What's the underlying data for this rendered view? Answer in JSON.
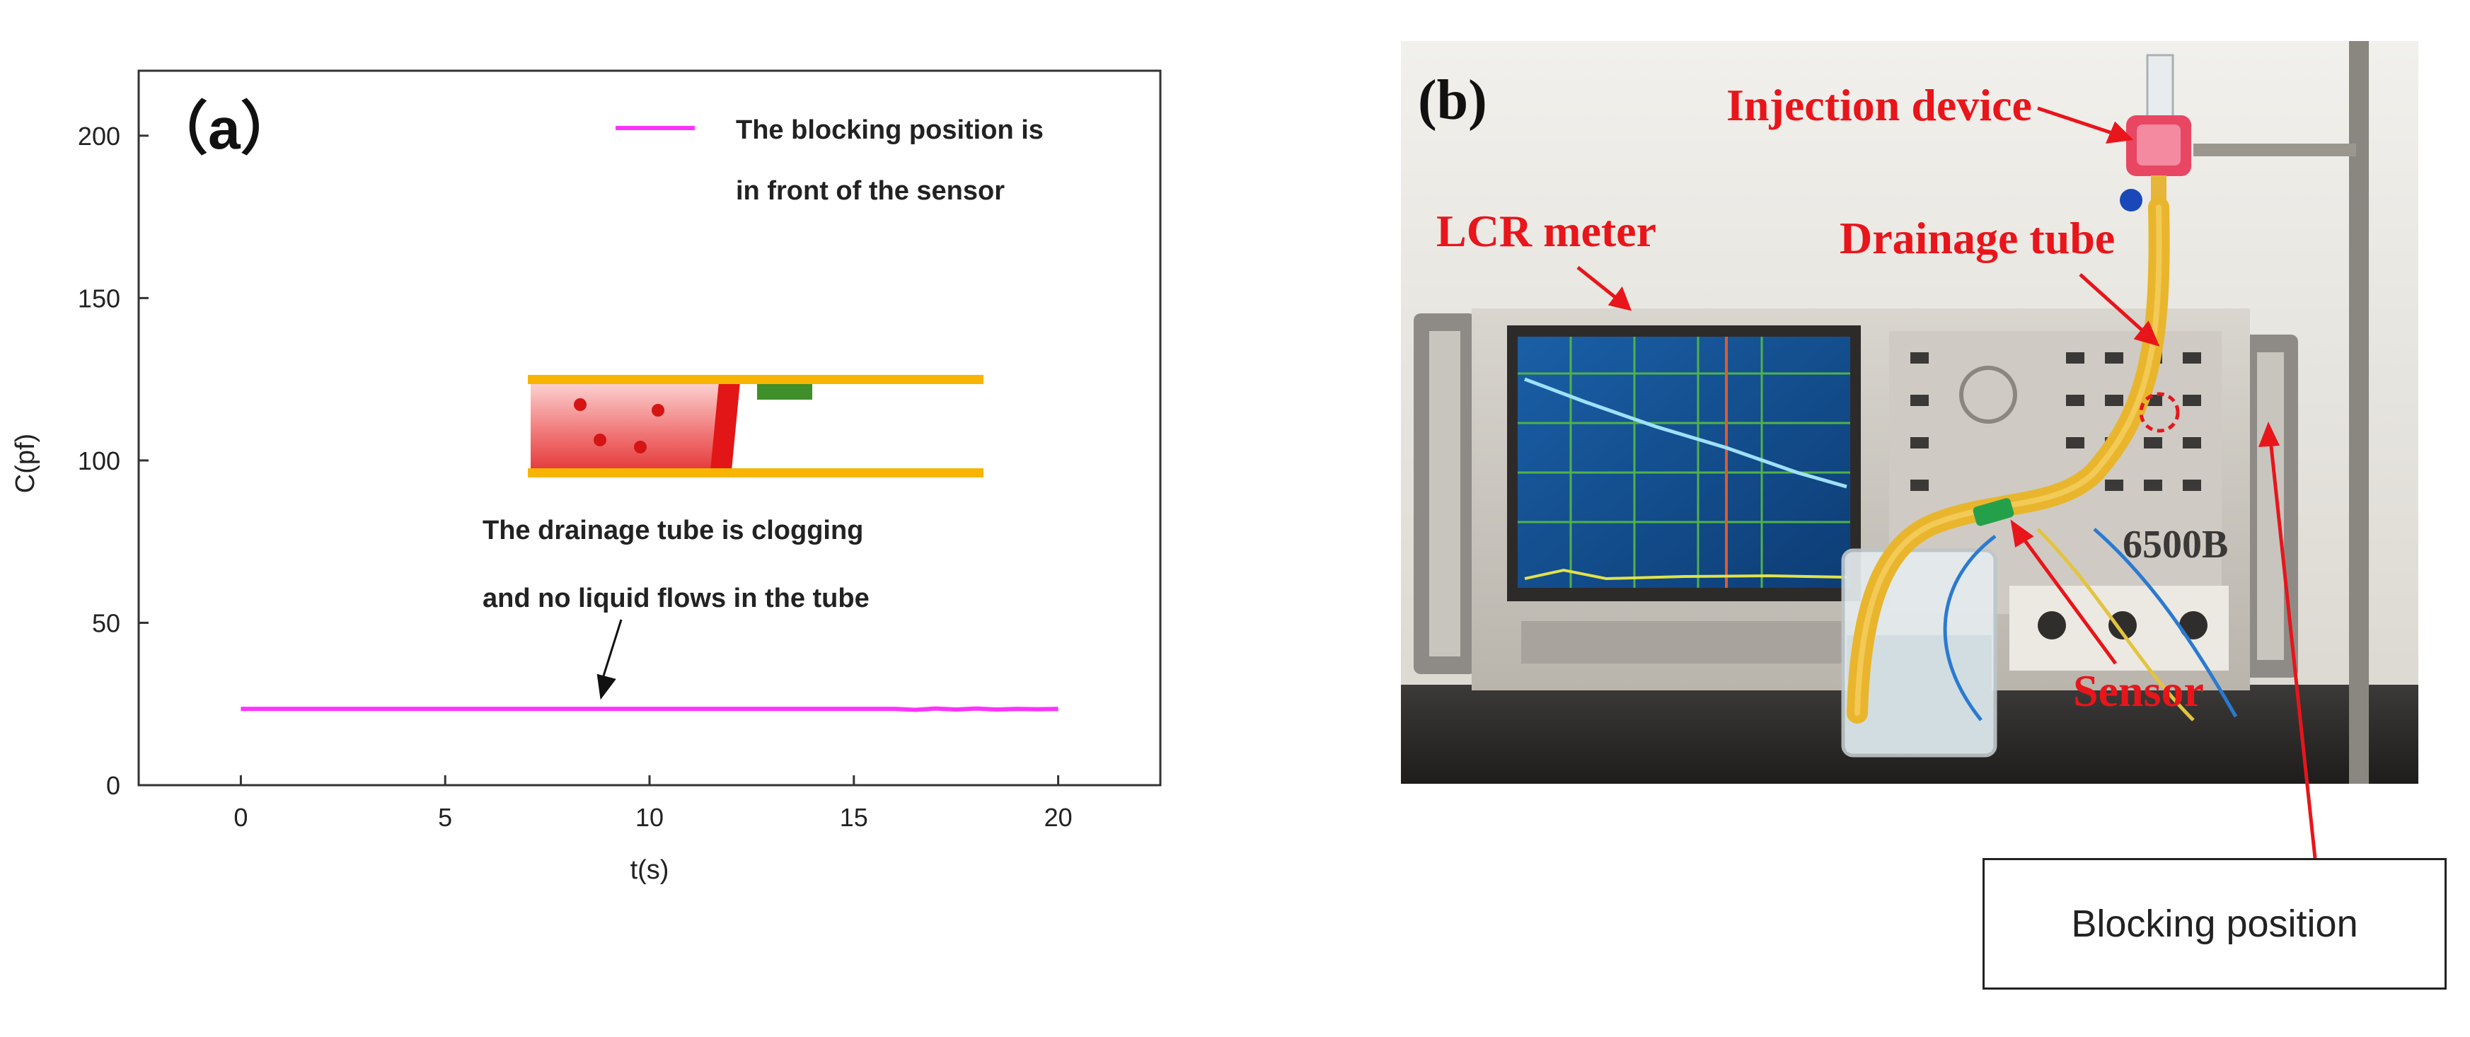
{
  "chart_data": {
    "type": "line",
    "panel_label": "（a）",
    "xlabel": "t(s)",
    "ylabel": "C(pf)",
    "xlim": [
      -2.5,
      22.5
    ],
    "ylim": [
      0,
      220
    ],
    "xticks": [
      0,
      5,
      10,
      15,
      20
    ],
    "yticks": [
      0,
      50,
      100,
      150,
      200
    ],
    "grid": false,
    "legend_position": "top-right",
    "series": [
      {
        "name": "The blocking position is in front of the sensor",
        "color": "#ff33ff",
        "x": [
          0,
          2,
          4,
          6,
          8,
          10,
          12,
          14,
          16,
          16.5,
          17,
          17.5,
          18,
          18.5,
          19,
          19.5,
          20
        ],
        "y": [
          23.5,
          23.5,
          23.5,
          23.5,
          23.5,
          23.5,
          23.5,
          23.5,
          23.5,
          23.2,
          23.6,
          23.3,
          23.6,
          23.3,
          23.5,
          23.4,
          23.5
        ]
      }
    ],
    "legend": {
      "line1": "The blocking position is",
      "line2": "in front of the sensor"
    },
    "annotation": {
      "line1": "The drainage tube is clogging",
      "line2": "and no liquid flows in the tube",
      "arrow_target": [
        8.8,
        25
      ]
    }
  },
  "photo": {
    "panel_label": "(b)",
    "labels": {
      "injection": "Injection device",
      "lcr": "LCR meter",
      "drainage": "Drainage tube",
      "sensor": "Sensor",
      "model": "6500B"
    },
    "callout": "Blocking position",
    "colors": {
      "label_red": "#e8151b",
      "tube_yellow": "#e9b52c",
      "sensor_green": "#25a04a"
    }
  }
}
